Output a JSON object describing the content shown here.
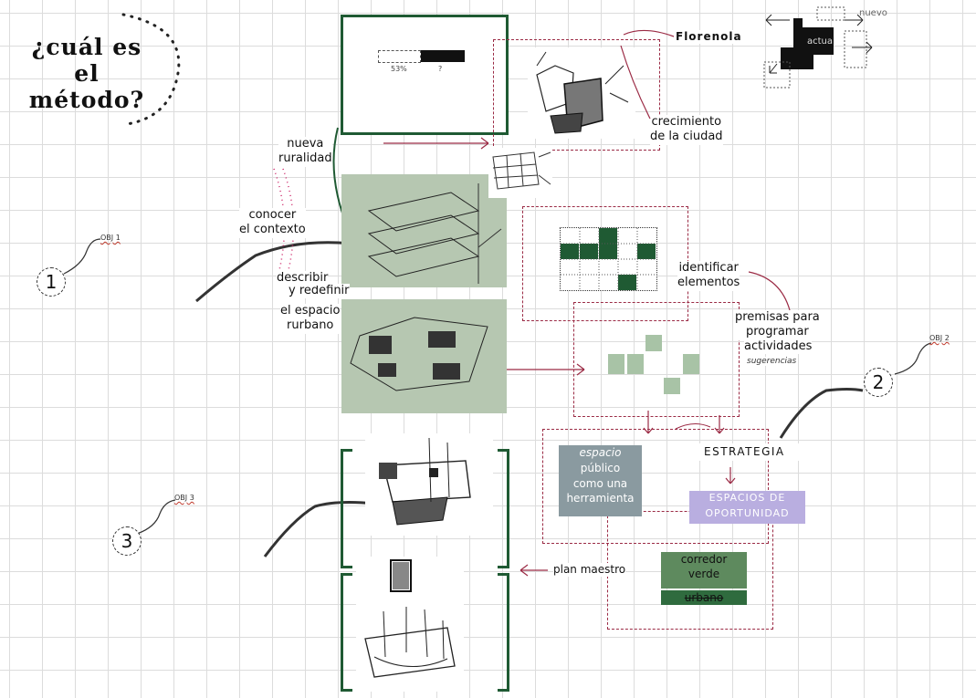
{
  "title": "¿cuál es el método?",
  "labels": {
    "nueva_ruralidad": "nueva\nruralidad",
    "conocer_contexto": "conocer\nel contexto",
    "describir": "describir",
    "redefinir": "y redefinir",
    "espacio_urbano": "el espacio\nrurbano",
    "crecimiento": "crecimiento\nde la ciudad",
    "florenola": "Florenola",
    "identificar": "identificar\nelementos",
    "premisas": "premisas para\nprogramar",
    "actividades": "actividades",
    "sugerencias": "sugerencias",
    "estrategia": "ESTRATEGIA",
    "espacio_publico_1": "espacio",
    "espacio_publico_2": "público\ncomo una\nherramienta",
    "espacios_oportunidad": "ESPACIOS DE\nOPORTUNIDAD",
    "plan_maestro": "plan maestro",
    "corredor": "corredor\nverde",
    "urbano": "urbano",
    "actual": "actual",
    "nuevo": "nuevo",
    "pct": "53%",
    "question": "?"
  },
  "objectives": [
    "OBJ 1",
    "OBJ 2",
    "OBJ 3"
  ],
  "steps": [
    "1",
    "2",
    "3"
  ],
  "colors": {
    "dark_green": "#1f5a33",
    "mid_green": "#5e8a5e",
    "panel_green": "#b6c7b1",
    "grid_green": "#2f6b3e",
    "light_green": "#a8c3a6",
    "maroon": "#9b2b45",
    "lavender": "#b9aee0",
    "slate": "#8a9aa0"
  }
}
